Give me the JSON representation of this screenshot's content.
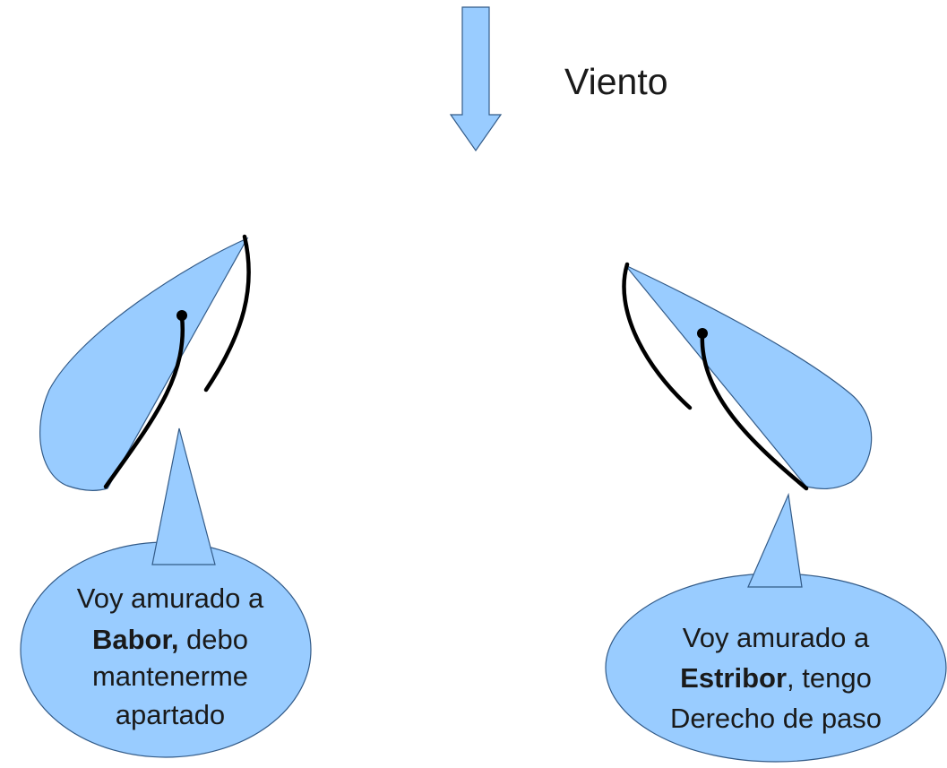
{
  "wind": {
    "label": "Viento"
  },
  "bubbles": {
    "left": {
      "line1": "Voy amurado a",
      "line2_bold": "Babor,",
      "line2_rest": " debo",
      "line3": "mantenerme",
      "line4": "apartado"
    },
    "right": {
      "line1": "Voy amurado a",
      "line2_bold": "Estribor",
      "line2_rest": ", tengo",
      "line3": "Derecho de paso"
    }
  },
  "colors": {
    "fill": "#99ccff",
    "outline": "#335b88",
    "sail": "#000000",
    "text": "#1a1a1a"
  }
}
